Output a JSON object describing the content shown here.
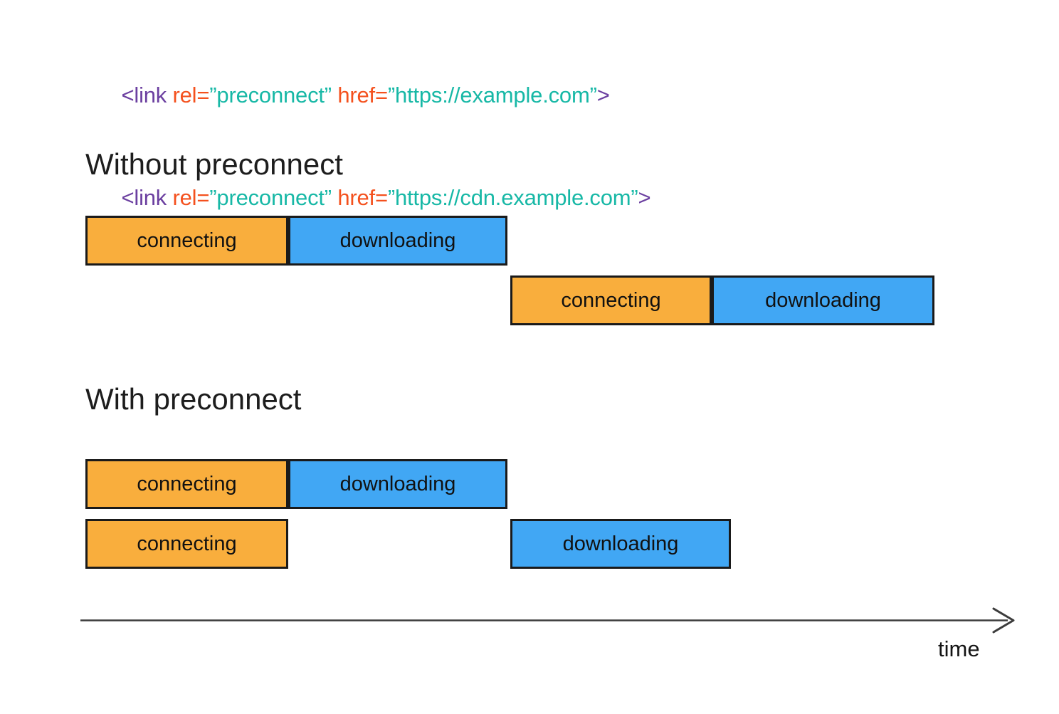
{
  "code": {
    "lines": [
      {
        "tokens": [
          {
            "text": "<link",
            "role": "tag"
          },
          {
            "text": " rel=",
            "role": "attribute"
          },
          {
            "text": "”preconnect”",
            "role": "value"
          },
          {
            "text": " href=",
            "role": "attribute"
          },
          {
            "text": "”https://example.com”",
            "role": "value"
          },
          {
            "text": ">",
            "role": "tag"
          }
        ]
      },
      {
        "tokens": [
          {
            "text": "<link",
            "role": "tag"
          },
          {
            "text": " rel=",
            "role": "attribute"
          },
          {
            "text": "”preconnect”",
            "role": "value"
          },
          {
            "text": " href=",
            "role": "attribute"
          },
          {
            "text": "”https://cdn.example.com”",
            "role": "value"
          },
          {
            "text": ">",
            "role": "tag"
          }
        ]
      }
    ]
  },
  "sections": {
    "without": {
      "heading": "Without preconnect",
      "rows": [
        {
          "segments": [
            {
              "label": "connecting"
            },
            {
              "label": "downloading"
            }
          ]
        },
        {
          "segments": [
            {
              "label": "connecting"
            },
            {
              "label": "downloading"
            }
          ]
        }
      ]
    },
    "with": {
      "heading": "With preconnect",
      "rows": [
        {
          "segments": [
            {
              "label": "connecting"
            },
            {
              "label": "downloading"
            }
          ]
        },
        {
          "segments": [
            {
              "label": "connecting"
            },
            {
              "label": "downloading"
            }
          ]
        }
      ]
    }
  },
  "axis": {
    "label": "time"
  },
  "colors": {
    "connecting_fill": "#F9AE3D",
    "downloading_fill": "#41A7F4",
    "bar_outline": "#1A1A1A",
    "code_tag": "#6B3FA0",
    "code_attribute": "#F4511E",
    "code_value": "#17B8A6",
    "axis_stroke": "#3C3C3C"
  }
}
